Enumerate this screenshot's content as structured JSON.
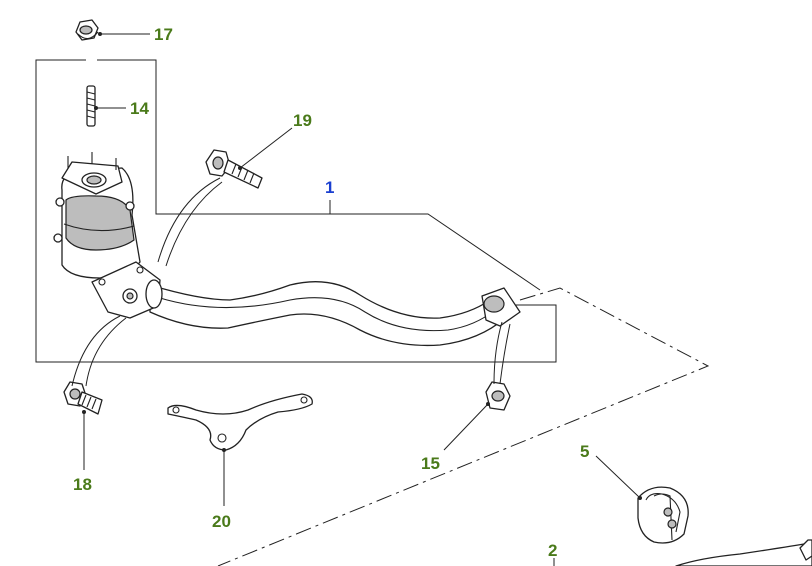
{
  "colors": {
    "part_label": "#4a7a1a",
    "assembly_label": "#1a3fd0",
    "line": "#222222"
  },
  "callouts": {
    "c17": "17",
    "c14": "14",
    "c19": "19",
    "c1": "1",
    "c18": "18",
    "c20": "20",
    "c15": "15",
    "c5": "5",
    "c2": "2"
  }
}
